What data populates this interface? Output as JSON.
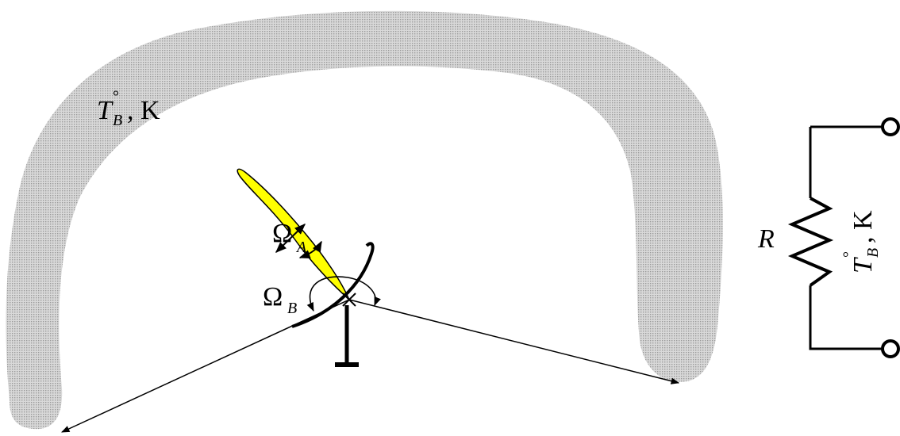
{
  "diagram": {
    "source_region_label": {
      "symbol": "T",
      "degree": "°",
      "subscript": "B",
      "unit_suffix": ", K"
    },
    "beam_solid_angle_label": {
      "symbol": "Ω",
      "subscript": "A"
    },
    "source_solid_angle_label": {
      "symbol": "Ω",
      "subscript": "B"
    },
    "resistor_label": "R",
    "resistor_temperature_label": {
      "symbol": "T",
      "degree": "°",
      "subscript": "B",
      "unit_suffix": ", K"
    }
  },
  "colors": {
    "source_region_fill": "#c8c8c8",
    "beam_fill": "#ffff00",
    "lines": "#000000"
  },
  "icons": [
    "dish-antenna-icon",
    "resistor-icon",
    "terminal-icon"
  ]
}
